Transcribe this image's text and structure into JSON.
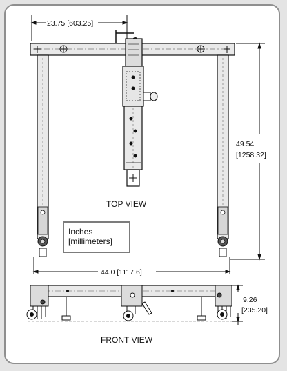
{
  "dimensions": {
    "top_width": "23.75 [603.25]",
    "height_in": "49.54",
    "height_mm": "[1258.32]",
    "overall_width": "44.0 [1117.6]",
    "front_height_in": "9.26",
    "front_height_mm": "[235.20]"
  },
  "labels": {
    "top_view": "TOP VIEW",
    "front_view": "FRONT VIEW"
  },
  "legend": {
    "line1": "Inches",
    "line2": "[millimeters]"
  },
  "colors": {
    "background": "#e4e4e4",
    "frame_border": "#8f8f8f",
    "ink": "#111111",
    "part_fill": "#e9e9e9"
  }
}
